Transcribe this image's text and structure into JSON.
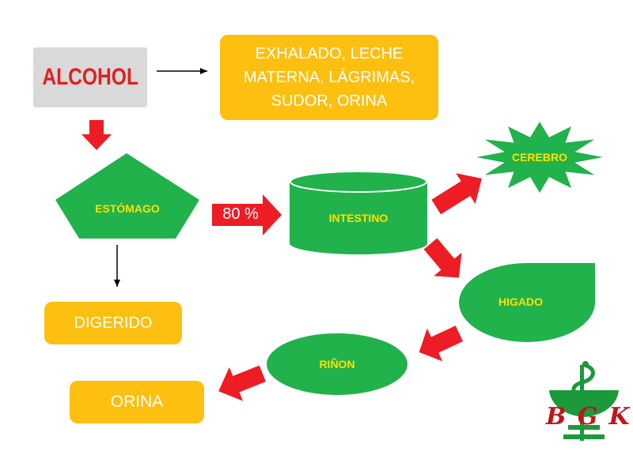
{
  "nodes": {
    "alcohol": "ALCOHOL",
    "exhalado": [
      "EXHALADO, LECHE",
      "MATERNA, LÁGRIMAS,",
      "SUDOR, ORINA"
    ],
    "estomago": "ESTÓMAGO",
    "intestino": "INTESTINO",
    "cerebro": "CEREBRO",
    "higado": "HIGADO",
    "rinon": "RIÑON",
    "digerido": "DIGERIDO",
    "orina": "ORINA"
  },
  "edges": {
    "stomach_to_intestine": "80 %"
  },
  "logo": {
    "letters": "BGK"
  },
  "colors": {
    "green": "#21b24b",
    "orange": "#fdbf10",
    "red": "#ee1c24",
    "gray": "#d9d9d9",
    "label_yellow": "#ffe000",
    "alcohol_red": "#e02020"
  }
}
